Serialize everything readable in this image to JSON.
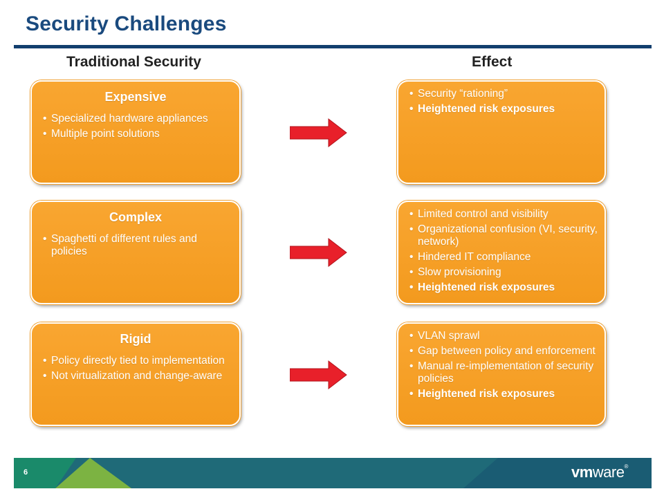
{
  "slide": {
    "title": "Security Challenges",
    "page_number": "6"
  },
  "columns": {
    "left_heading": "Traditional Security",
    "right_heading": "Effect"
  },
  "rows": [
    {
      "left": {
        "title": "Expensive",
        "bullets": [
          "Specialized hardware appliances",
          "Multiple point solutions"
        ]
      },
      "right": {
        "bullets": [
          "Security “rationing”",
          "Heightened risk exposures"
        ]
      }
    },
    {
      "left": {
        "title": "Complex",
        "bullets": [
          "Spaghetti of different rules and policies"
        ]
      },
      "right": {
        "bullets": [
          "Limited control and visibility",
          "Organizational confusion (VI, security, network)",
          "Hindered IT compliance",
          "Slow provisioning",
          "Heightened risk exposures"
        ]
      }
    },
    {
      "left": {
        "title": "Rigid",
        "bullets": [
          "Policy directly tied to implementation",
          "Not virtualization and change-aware"
        ]
      },
      "right": {
        "bullets": [
          "VLAN sprawl",
          "Gap between policy and enforcement",
          "Manual re-implementation of security policies",
          "Heightened risk exposures"
        ]
      }
    }
  ],
  "footer": {
    "brand_vm": "vm",
    "brand_ware": "ware",
    "brand_reg": "®"
  },
  "colors": {
    "title": "#1a4a7e",
    "card": "#f39a1e",
    "arrow": "#e8202a",
    "footer": "#1f6a78",
    "footer_green": "#7cb342"
  }
}
